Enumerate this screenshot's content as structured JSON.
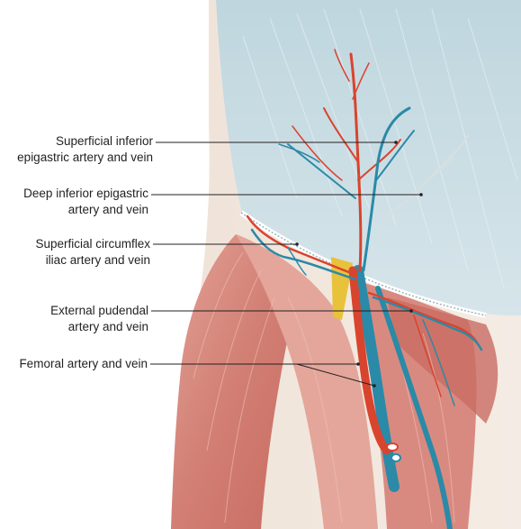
{
  "labels": {
    "superficial_inferior_epigastric": {
      "line1": "Superficial inferior",
      "line2": "epigastric artery and vein"
    },
    "deep_inferior_epigastric": {
      "line1": "Deep inferior epigastric",
      "line2": "artery and vein"
    },
    "superficial_circumflex_iliac": {
      "line1": "Superficial circumflex",
      "line2": "iliac artery and vein"
    },
    "external_pudendal": {
      "line1": "External pudendal",
      "line2": "artery and vein"
    },
    "femoral": {
      "line1": "Femoral artery and vein"
    }
  },
  "colors": {
    "artery": "#d9442e",
    "vein": "#2a8aa8",
    "muscle": "#d98a80",
    "fascia": "#c8dbe2",
    "skin": "#f1e8df",
    "nerve": "#e8c23a",
    "leader": "#231f20"
  }
}
